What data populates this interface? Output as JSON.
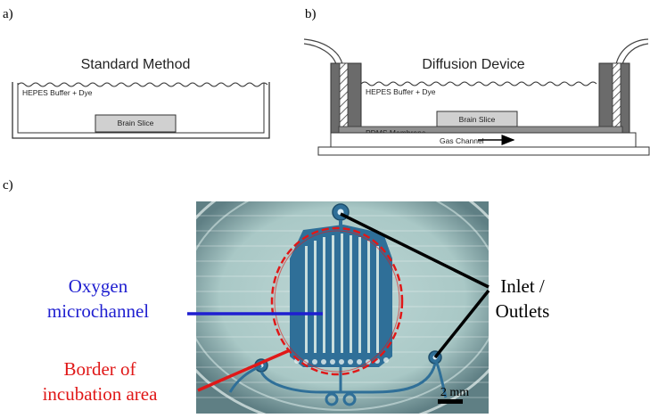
{
  "panels": {
    "a": {
      "label": "a)",
      "title": "Standard Method",
      "buffer_label": "HEPES Buffer + Dye",
      "slice_label": "Brain Slice"
    },
    "b": {
      "label": "b)",
      "title": "Diffusion Device",
      "buffer_label": "HEPES Buffer + Dye",
      "slice_label": "Brain Slice",
      "membrane_label": "PDMS Membrane",
      "channel_label": "Gas Channel"
    },
    "c": {
      "label": "c)",
      "oxygen_label_line1": "Oxygen",
      "oxygen_label_line2": "microchannel",
      "border_label_line1": "Border of",
      "border_label_line2": "incubation area",
      "inlet_label_line1": "Inlet /",
      "inlet_label_line2": "Outlets",
      "scale_label": "2 mm"
    }
  },
  "colors": {
    "oxygen": "#1f1fd0",
    "border": "#e01818",
    "inlet": "#000000",
    "channel_blue": "#2f6f98",
    "background_photo": "#a7c7c6"
  }
}
